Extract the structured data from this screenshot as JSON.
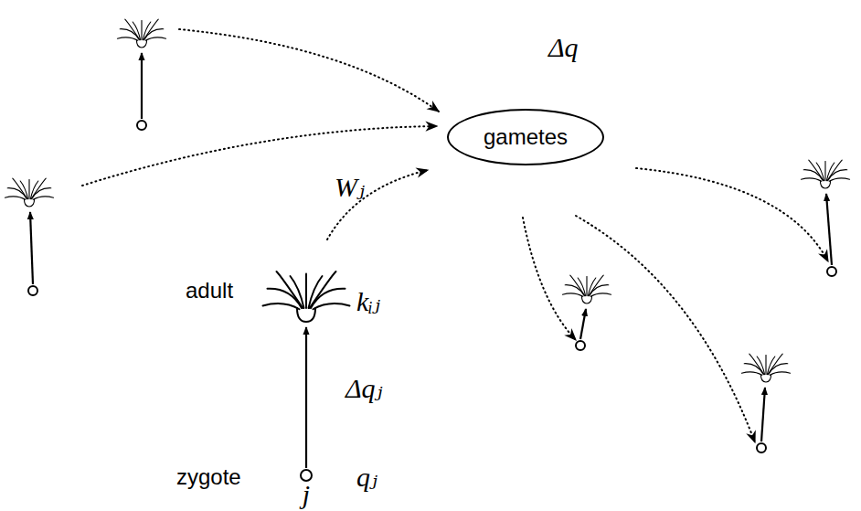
{
  "diagram": {
    "nodes": [
      {
        "text": [
          "gametes"
        ]
      }
    ],
    "labels": [
      "Δq",
      "Wⱼ",
      "adult",
      "kᵢⱼ",
      "Δqⱼ",
      "zygote",
      "qⱼ",
      "j"
    ]
  }
}
